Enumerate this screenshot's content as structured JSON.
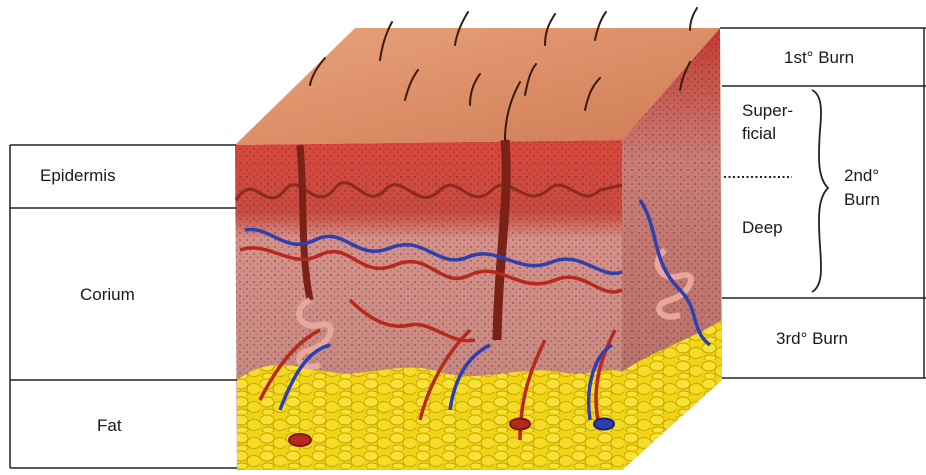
{
  "left_labels": {
    "epidermis": "Epidermis",
    "corium": "Corium",
    "fat": "Fat"
  },
  "right_labels": {
    "first_degree": "1st° Burn",
    "superficial_line1": "Super-",
    "superficial_line2": "ficial",
    "deep": "Deep",
    "second_degree_line1": "2nd°",
    "second_degree_line2": "Burn",
    "third_degree": "3rd° Burn"
  },
  "colors": {
    "surface": "#d9865c",
    "epidermis": "#c8463e",
    "corium": "#c77a72",
    "fat": "#f3d21a",
    "vessel_red": "#b8281c",
    "vessel_blue": "#2f3fb0",
    "line": "#222222"
  }
}
